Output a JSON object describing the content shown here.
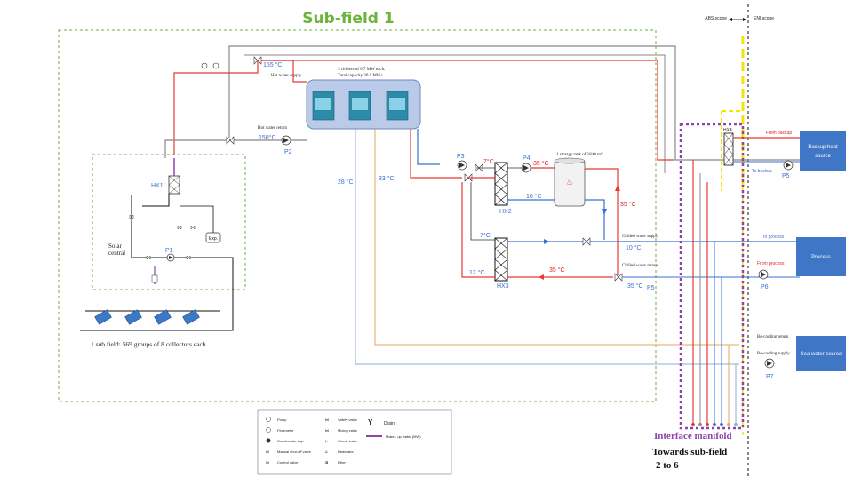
{
  "title": "Sub-field 1",
  "scope": {
    "left": "ABS scope",
    "right": "ENI scope"
  },
  "chillers": {
    "line1": "3 chillers of 6.7 MW each.",
    "line2": "Total capacity 20.1 MWc"
  },
  "hot_water_supply": "Hot water supply",
  "hot_water_return": "Hot water return",
  "temps": {
    "t155": "155 °C",
    "t150": "150°C",
    "t28": "28 °C",
    "t33": "33 °C",
    "t7a": "7°C",
    "t35a": "35 °C",
    "t10a": "10 °C",
    "t35b": "35 °C",
    "t7b": "7°C",
    "t10b": "10 °C",
    "t12": "12 °C",
    "t35c": "35 °C",
    "t35d": "35 °C"
  },
  "storage": "1 storage tank of 1840 m³",
  "chilled_supply": "Chilled water supply",
  "chilled_return": "Chilled water return",
  "pumps": {
    "p1": "P1",
    "p2": "P2",
    "p3": "P3",
    "p4": "P4",
    "p5a": "P5",
    "p5b": "P5",
    "p6": "P6",
    "p7": "P7"
  },
  "hx": {
    "hx1": "HX1",
    "hx2": "HX2",
    "hx3": "HX3",
    "hx4": "HX4"
  },
  "solar": {
    "label1": "Solar",
    "label2": "central",
    "exp": "Exp.",
    "caption": "1 sub field: 569 groups of 8 collectors each"
  },
  "backup": {
    "from": "From backup",
    "to": "To backup",
    "box": "Backup heat source"
  },
  "process": {
    "to": "To process",
    "from": "From process",
    "box": "Process"
  },
  "sea": {
    "return": "Re-cooling return",
    "supply": "Re-cooling supply",
    "box": "Sea water source"
  },
  "manifold": {
    "label": "Interface manifold",
    "towards1": "Towards sub-field",
    "towards2": "2 to 6"
  },
  "legend": {
    "col1": [
      "Pump",
      "Flowmeter",
      "Condensate trap",
      "Manual shut-off valve",
      "Control valve"
    ],
    "col2": [
      "Safety valve",
      "Mixing valve",
      "Check valve",
      "Deaerator",
      "Filter"
    ],
    "drain": "Drain",
    "makeup": "Make - up water (MW)"
  },
  "colors": {
    "hot": "#e53935",
    "cold": "#3a6fd1",
    "makeup": "#8e44ad",
    "gray": "#888888",
    "orange": "#e8a45c",
    "green": "#6bb33a",
    "box": "#3a6fd1"
  }
}
